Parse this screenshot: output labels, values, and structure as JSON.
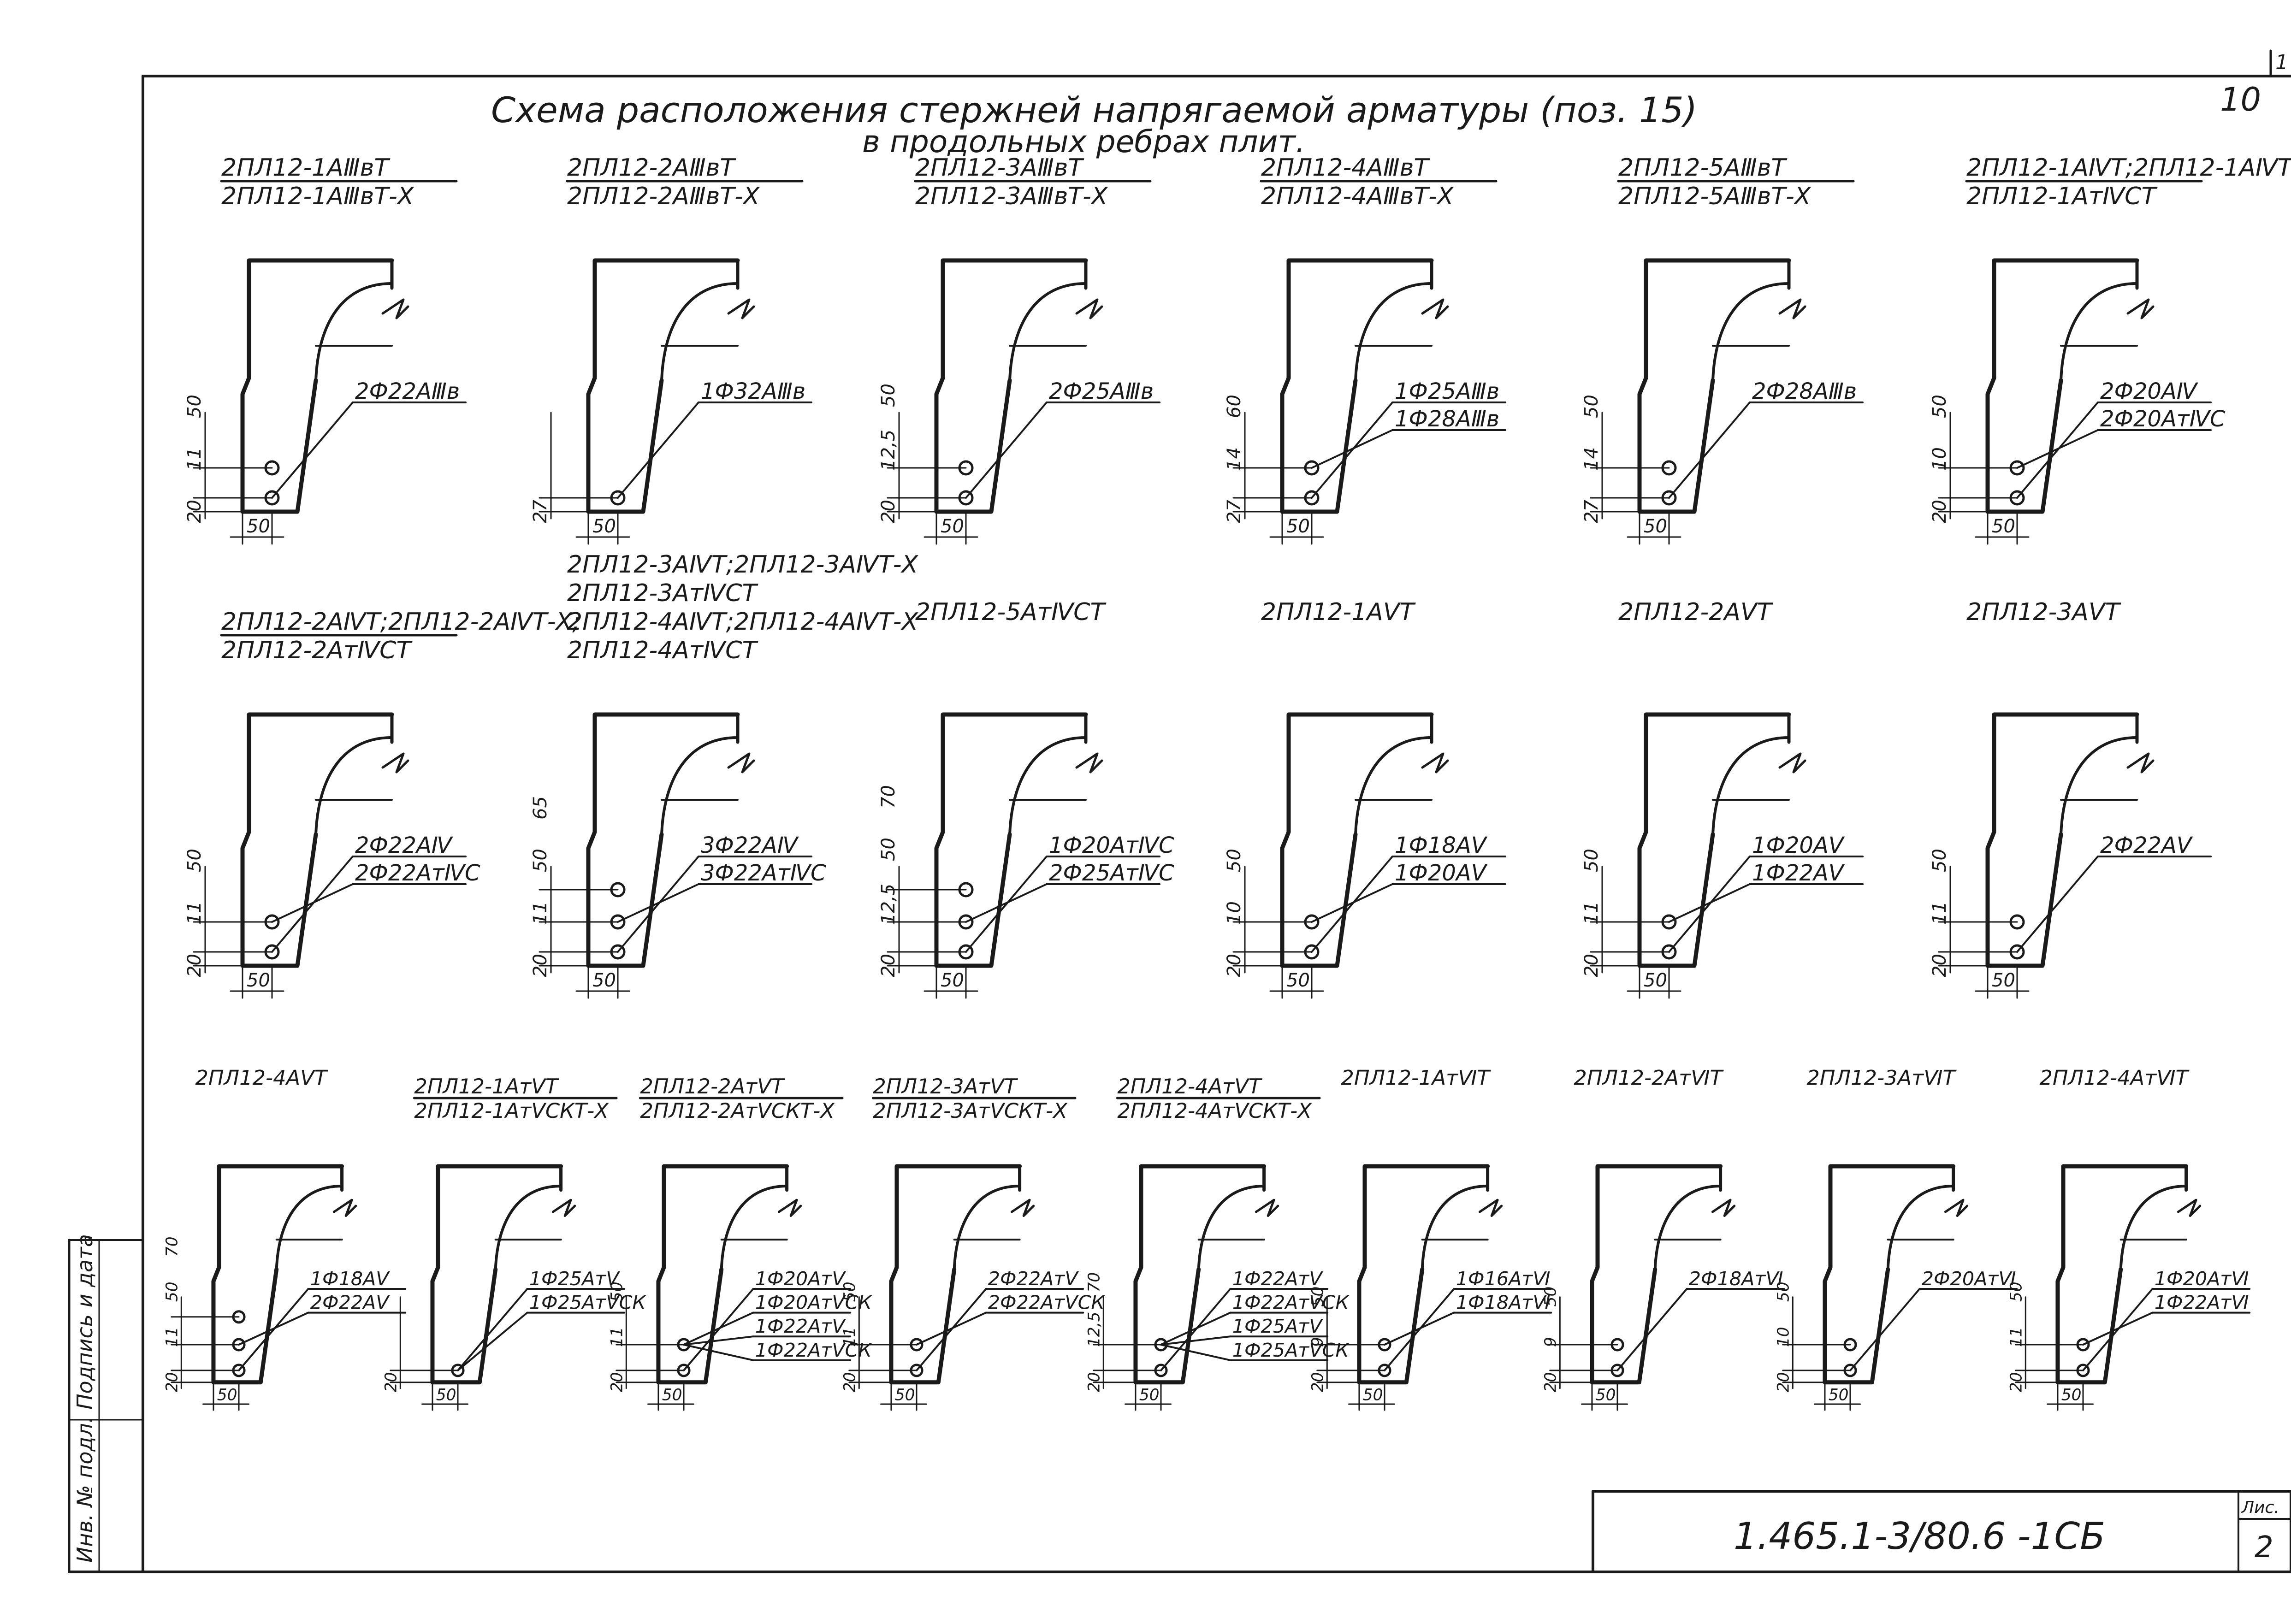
{
  "sheet": {
    "page_number": "10",
    "corner_mark": "1",
    "title_line1": "Схема расположения стержней напрягаемой арматуры (поз. 15)",
    "title_line2": "в продольных ребрах плит.",
    "designation": "1.465.1-3/80.6 -1СБ",
    "sheet_label": "Лис.",
    "sheet_number": "2",
    "side_stamp": "Инв. № подл.  Подпись и дата"
  },
  "details": [
    {
      "lines": [
        "2ПЛ12-1АⅢвТ",
        "2ПЛ12-1АⅢвТ-Х"
      ],
      "bars": [
        "2Ф22АⅢв"
      ],
      "dims": [
        "50",
        "11",
        "20"
      ],
      "cover": "50",
      "rods": 2
    },
    {
      "lines": [
        "2ПЛ12-2АⅢвТ",
        "2ПЛ12-2АⅢвТ-Х"
      ],
      "bars": [
        "1Ф32АⅢв"
      ],
      "dims": [
        "27"
      ],
      "cover": "50",
      "rods": 1
    },
    {
      "lines": [
        "2ПЛ12-3АⅢвТ",
        "2ПЛ12-3АⅢвТ-Х"
      ],
      "bars": [
        "2Ф25АⅢв"
      ],
      "dims": [
        "50",
        "12,5",
        "20"
      ],
      "cover": "50",
      "rods": 2
    },
    {
      "lines": [
        "2ПЛ12-4АⅢвТ",
        "2ПЛ12-4АⅢвТ-Х"
      ],
      "bars": [
        "1Ф25АⅢв",
        "1Ф28АⅢв"
      ],
      "dims": [
        "60",
        "14",
        "27"
      ],
      "cover": "50",
      "rods": 2
    },
    {
      "lines": [
        "2ПЛ12-5АⅢвТ",
        "2ПЛ12-5АⅢвТ-Х"
      ],
      "bars": [
        "2Ф28АⅢв"
      ],
      "dims": [
        "50",
        "14",
        "27"
      ],
      "cover": "50",
      "rods": 2
    },
    {
      "lines": [
        "2ПЛ12-1АⅣТ;2ПЛ12-1АⅣТ-",
        "2ПЛ12-1АтⅣСТ"
      ],
      "bars": [
        "2Ф20АⅣ",
        "2Ф20АтⅣС"
      ],
      "dims": [
        "50",
        "10",
        "20"
      ],
      "cover": "50",
      "rods": 2
    },
    {
      "lines": [
        "2ПЛ12-2АⅣТ;2ПЛ12-2АⅣТ-Х;",
        "2ПЛ12-2АтⅣСТ"
      ],
      "bars": [
        "2Ф22АⅣ",
        "2Ф22АтⅣС"
      ],
      "dims": [
        "50",
        "11",
        "20"
      ],
      "cover": "50",
      "rods": 2
    },
    {
      "lines": [
        "2ПЛ12-3АⅣТ;2ПЛ12-3АⅣТ-Х",
        "2ПЛ12-3АтⅣСТ",
        "2ПЛ12-4АⅣТ;2ПЛ12-4АⅣТ-Х",
        "2ПЛ12-4АтⅣСТ"
      ],
      "bars": [
        "3Ф22АⅣ",
        "3Ф22АтⅣС"
      ],
      "dims": [
        "65",
        "50",
        "11",
        "20"
      ],
      "cover": "50",
      "rods": 3
    },
    {
      "lines": [
        "2ПЛ12-5АтⅣСТ"
      ],
      "bars": [
        "1Ф20АтⅣС",
        "2Ф25АтⅣС"
      ],
      "dims": [
        "70",
        "50",
        "12,5",
        "20"
      ],
      "cover": "50",
      "rods": 3
    },
    {
      "lines": [
        "2ПЛ12-1АⅤТ"
      ],
      "bars": [
        "1Ф18АⅤ",
        "1Ф20АⅤ"
      ],
      "dims": [
        "50",
        "10",
        "20"
      ],
      "cover": "50",
      "rods": 2
    },
    {
      "lines": [
        "2ПЛ12-2АⅤТ"
      ],
      "bars": [
        "1Ф20АⅤ",
        "1Ф22АⅤ"
      ],
      "dims": [
        "50",
        "11",
        "20"
      ],
      "cover": "50",
      "rods": 2
    },
    {
      "lines": [
        "2ПЛ12-3АⅤТ"
      ],
      "bars": [
        "2Ф22АⅤ"
      ],
      "dims": [
        "50",
        "11",
        "20"
      ],
      "cover": "50",
      "rods": 2
    },
    {
      "lines": [
        "2ПЛ12-4АⅤТ"
      ],
      "bars": [
        "1Ф18АⅤ",
        "2Ф22АⅤ"
      ],
      "dims": [
        "70",
        "50",
        "11",
        "20"
      ],
      "cover": "50",
      "rods": 3
    },
    {
      "lines": [
        "2ПЛ12-1АтⅤТ",
        "2ПЛ12-1АтⅤСКТ-Х"
      ],
      "bars": [
        "1Ф25АтⅤ",
        "1Ф25АтⅤСК"
      ],
      "dims": [
        "20"
      ],
      "cover": "50",
      "rods": 1
    },
    {
      "lines": [
        "2ПЛ12-2АтⅤТ",
        "2ПЛ12-2АтⅤСКТ-Х"
      ],
      "bars": [
        "1Ф20АтⅤ",
        "1Ф20АтⅤСК",
        "1Ф22АтⅤ",
        "1Ф22АтⅤСК"
      ],
      "dims": [
        "50",
        "11",
        "20"
      ],
      "cover": "50",
      "rods": 2
    },
    {
      "lines": [
        "2ПЛ12-3АтⅤТ",
        "2ПЛ12-3АтⅤСКТ-Х"
      ],
      "bars": [
        "2Ф22АтⅤ",
        "2Ф22АтⅤСК"
      ],
      "dims": [
        "50",
        "11",
        "20"
      ],
      "cover": "50",
      "rods": 2
    },
    {
      "lines": [
        "2ПЛ12-4АтⅤТ",
        "2ПЛ12-4АтⅤСКТ-Х"
      ],
      "bars": [
        "1Ф22АтⅤ",
        "1Ф22АтⅤСК",
        "1Ф25АтⅤ",
        "1Ф25АтⅤСК"
      ],
      "dims": [
        "70",
        "12,5",
        "20"
      ],
      "cover": "50",
      "rods": 2
    },
    {
      "lines": [
        "2ПЛ12-1АтⅥТ"
      ],
      "bars": [
        "1Ф16АтⅥ",
        "1Ф18АтⅥ"
      ],
      "dims": [
        "50",
        "9",
        "20"
      ],
      "cover": "50",
      "rods": 2
    },
    {
      "lines": [
        "2ПЛ12-2АтⅥТ"
      ],
      "bars": [
        "2Ф18АтⅥ"
      ],
      "dims": [
        "50",
        "9",
        "20"
      ],
      "cover": "50",
      "rods": 2
    },
    {
      "lines": [
        "2ПЛ12-3АтⅥТ"
      ],
      "bars": [
        "2Ф20АтⅥ"
      ],
      "dims": [
        "50",
        "10",
        "20"
      ],
      "cover": "50",
      "rods": 2
    },
    {
      "lines": [
        "2ПЛ12-4АтⅥТ"
      ],
      "bars": [
        "1Ф20АтⅥ",
        "1Ф22АтⅥ"
      ],
      "dims": [
        "50",
        "11",
        "20"
      ],
      "cover": "50",
      "rods": 2
    }
  ]
}
